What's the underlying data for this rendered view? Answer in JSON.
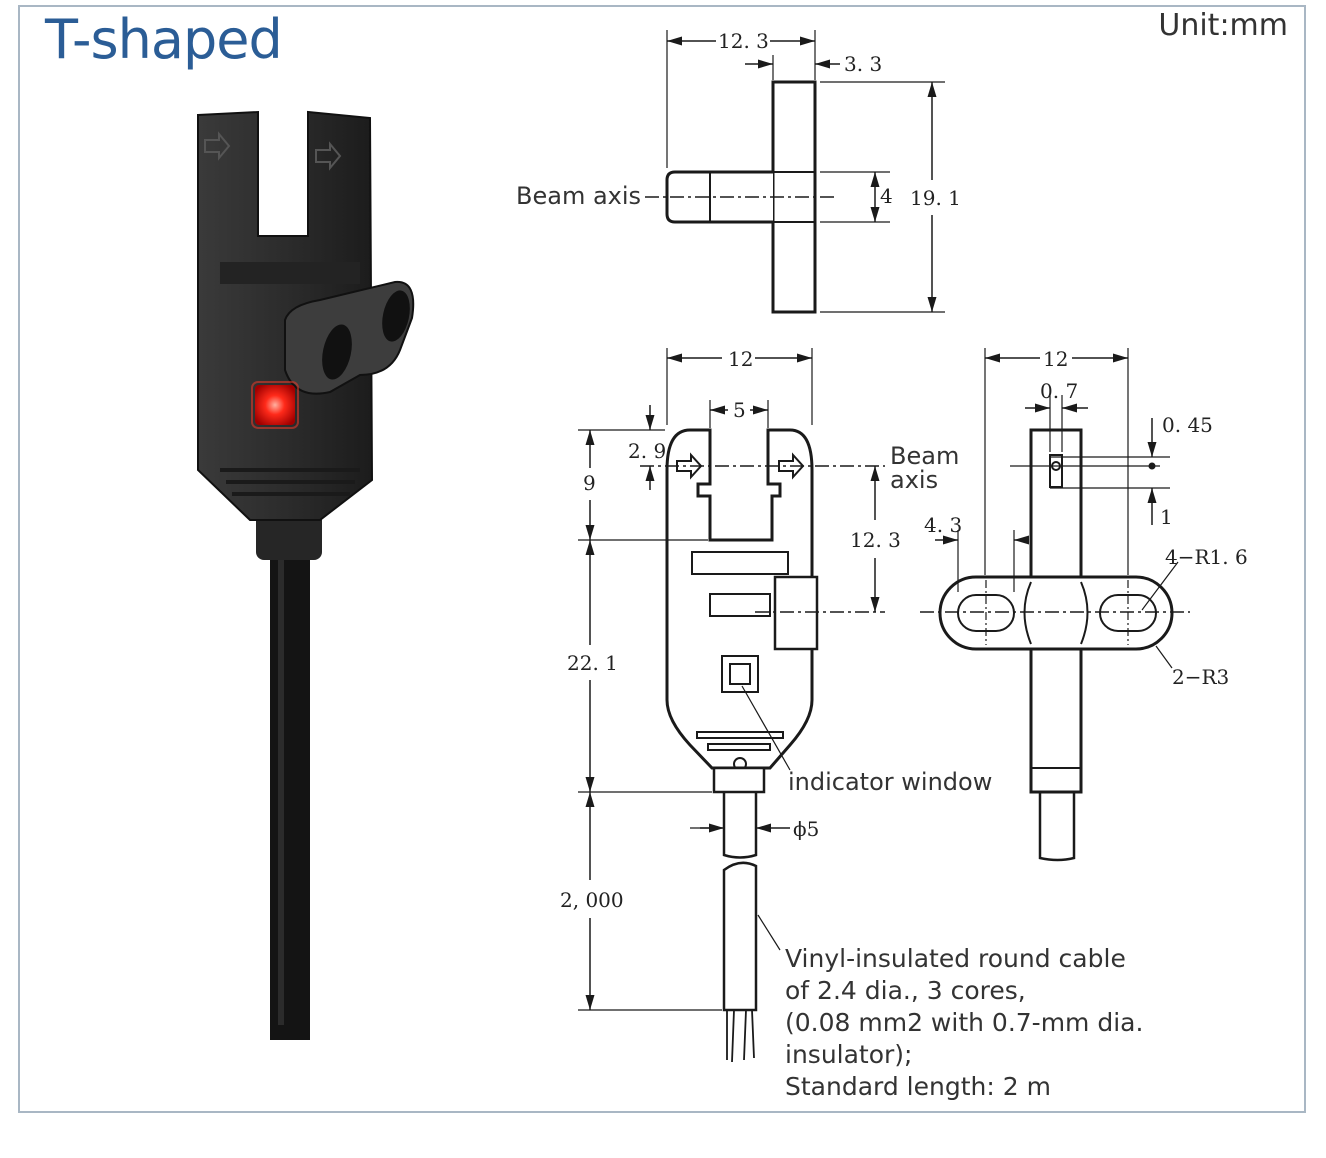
{
  "title": "T-shaped",
  "unit": "Unit:mm",
  "top_view": {
    "dim_width": "12. 3",
    "dim_flange": "3. 3",
    "dim_beam": "4",
    "dim_height": "19. 1",
    "beam_axis_label": "Beam axis"
  },
  "front_view": {
    "dim_width": "12",
    "dim_slot": "5",
    "dim_2_9": "2. 9",
    "dim_9": "9",
    "dim_12_3": "12. 3",
    "dim_22_1": "22. 1",
    "dim_2000": "2, 000",
    "dim_cable": "ϕ5",
    "beam_axis_label": [
      "Beam",
      "axis"
    ],
    "indicator_label": "indicator window",
    "cable_note": [
      "Vinyl-insulated round cable",
      "of 2.4 dia., 3 cores,",
      "(0.08 mm2 with 0.7-mm dia.",
      "insulator);",
      "Standard length: 2 m"
    ]
  },
  "side_view": {
    "dim_width": "12",
    "dim_0_7": "0. 7",
    "dim_0_45": "0. 45",
    "dim_1": "1",
    "dim_4_3": "4. 3",
    "dim_r1_6": "4−R1. 6",
    "dim_r3": "2−R3"
  },
  "colors": {
    "title": "#2b5d96",
    "frame": "#a9b7c4",
    "line": "#1a1a1a",
    "sensor_body": "#2a2a2a",
    "led": "#ff1a1a"
  }
}
